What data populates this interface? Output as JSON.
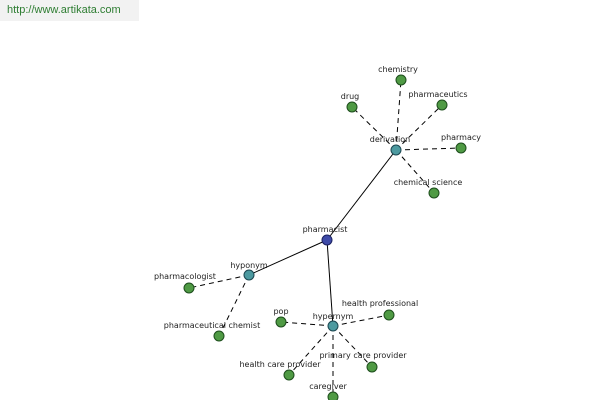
{
  "header": {
    "site_url": "http://www.artikata.com"
  },
  "graph": {
    "root": {
      "id": "pharmacist",
      "label": "pharmacist"
    },
    "relations": [
      {
        "id": "derivation",
        "label": "derivation",
        "children": [
          {
            "id": "chemistry",
            "label": "chemistry"
          },
          {
            "id": "drug",
            "label": "drug"
          },
          {
            "id": "pharmaceutics",
            "label": "pharmaceutics"
          },
          {
            "id": "pharmacy",
            "label": "pharmacy"
          },
          {
            "id": "chemical-science",
            "label": "chemical science"
          }
        ]
      },
      {
        "id": "hyponym",
        "label": "hyponym",
        "children": [
          {
            "id": "pharmacologist",
            "label": "pharmacologist"
          },
          {
            "id": "pharmaceutical-chemist",
            "label": "pharmaceutical chemist"
          }
        ]
      },
      {
        "id": "hypernym",
        "label": "hypernym",
        "children": [
          {
            "id": "pop",
            "label": "pop"
          },
          {
            "id": "health-professional",
            "label": "health professional"
          },
          {
            "id": "primary-care-provider",
            "label": "primary care provider"
          },
          {
            "id": "health-care-provider",
            "label": "health care provider"
          },
          {
            "id": "caregiver",
            "label": "caregiver"
          }
        ]
      }
    ]
  }
}
